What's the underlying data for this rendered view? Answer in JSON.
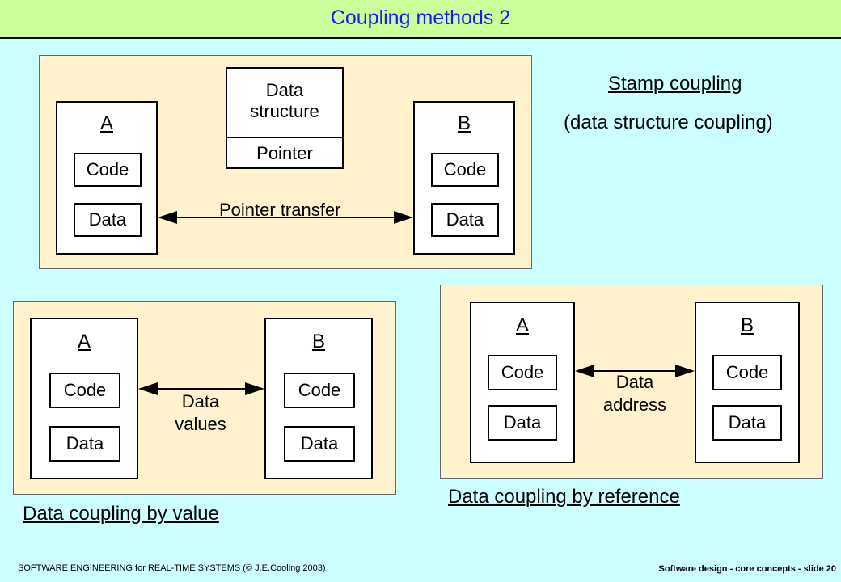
{
  "title": "Coupling methods 2",
  "stamp": {
    "heading": "Stamp coupling",
    "subheading": "(data structure coupling)",
    "module_a": {
      "label": "A",
      "code": "Code",
      "data": "Data"
    },
    "module_b": {
      "label": "B",
      "code": "Code",
      "data": "Data"
    },
    "structure": {
      "top": "Data structure",
      "bottom": "Pointer"
    },
    "transfer_label": "Pointer transfer"
  },
  "by_value": {
    "caption": "Data coupling by value",
    "module_a": {
      "label": "A",
      "code": "Code",
      "data": "Data"
    },
    "module_b": {
      "label": "B",
      "code": "Code",
      "data": "Data"
    },
    "arrow_label": "Data values"
  },
  "by_reference": {
    "caption": "Data coupling by reference",
    "module_a": {
      "label": "A",
      "code": "Code",
      "data": "Data"
    },
    "module_b": {
      "label": "B",
      "code": "Code",
      "data": "Data"
    },
    "arrow_label": "Data address"
  },
  "footer": {
    "left": "SOFTWARE ENGINEERING  for REAL-TIME SYSTEMS (© J.E.Cooling 2003)",
    "right": "Software design  -  core concepts  - slide 20"
  },
  "colors": {
    "background": "#ccffff",
    "title_bar": "#ccff99",
    "title_text": "#1a1aff",
    "panel": "#fff2cc"
  }
}
